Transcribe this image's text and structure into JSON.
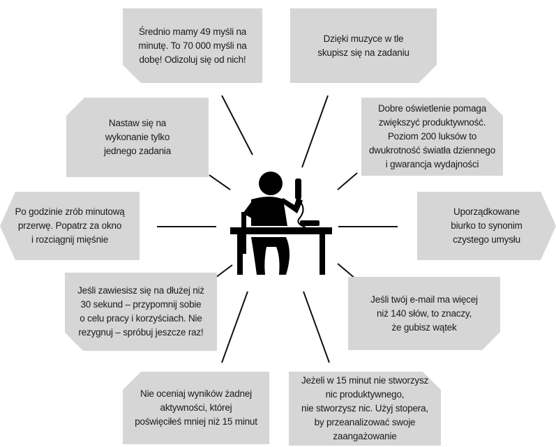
{
  "tips": [
    {
      "text": "Średnio mamy 49 myśli na\nminutę. To 70 000 myśli na\ndobę! Odizoluj się od nich!"
    },
    {
      "text": "Dzięki muzyce w tle\nskupisz się na zadaniu"
    },
    {
      "text": "Nastaw się na\nwykonanie tylko\njednego zadania"
    },
    {
      "text": "Dobre oświetlenie pomaga\nzwiększyć produktywność.\nPoziom 200 luksów to\ndwukrotność światła dziennego\ni gwarancja wydajności"
    },
    {
      "text": "Po godzinie zrób minutową\nprzerwę. Popatrz za okno\ni rozciągnij mięśnie"
    },
    {
      "text": "Uporządkowane\nbiurko to synonim\nczystego umysłu"
    },
    {
      "text": "Jeśli zawiesisz się na dłużej niż\n30 sekund – przypomnij sobie\no celu pracy i korzyściach. Nie\nrezygnuj – spróbuj jeszcze raz!"
    },
    {
      "text": "Jeśli twój e-mail ma więcej\nniż 140 słów, to znaczy,\nże gubisz wątek"
    },
    {
      "text": "Nie oceniaj wyników żadnej\naktywności, której\npoświęciłeś mniej niż 15 minut"
    },
    {
      "text": "Jeżeli w 15 minut nie stworzysz\nnic produktywnego,\nnie stworzysz nic. Użyj stopera,\nby przeanalizować swoje\nzaangażowanie"
    }
  ],
  "colors": {
    "box": "#d6d6d6",
    "line": "#111111",
    "figure": "#000000"
  },
  "center_icon": "person-on-phone-at-desk-icon"
}
